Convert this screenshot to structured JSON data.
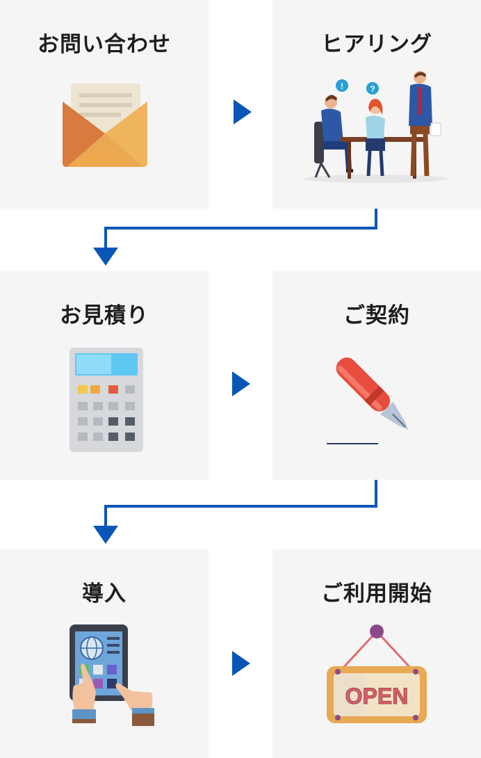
{
  "steps": [
    {
      "title": "お問い合わせ",
      "icon": "mail-envelope-icon"
    },
    {
      "title": "ヒアリング",
      "icon": "meeting-people-icon"
    },
    {
      "title": "お見積り",
      "icon": "calculator-icon"
    },
    {
      "title": "ご契約",
      "icon": "fountain-pen-icon"
    },
    {
      "title": "導入",
      "icon": "tablet-hands-icon"
    },
    {
      "title": "ご利用開始",
      "icon": "open-sign-icon"
    }
  ],
  "open_sign_text": "OPEN",
  "colors": {
    "arrow": "#0a56b7",
    "card_bg": "#f5f5f5",
    "title": "#1d1d1d"
  }
}
